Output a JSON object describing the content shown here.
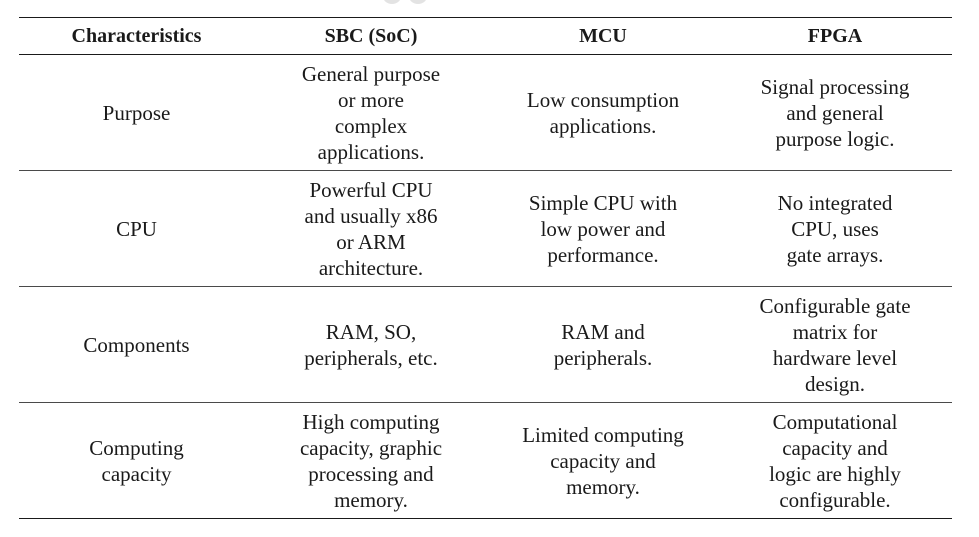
{
  "table": {
    "headers": [
      "Characteristics",
      "SBC (SoC)",
      "MCU",
      "FPGA"
    ],
    "rows": [
      {
        "characteristic": "Purpose",
        "sbc": "General purpose\nor more\ncomplex\napplications.",
        "mcu": "Low consumption\napplications.",
        "fpga": "Signal processing\nand general\npurpose logic."
      },
      {
        "characteristic": "CPU",
        "sbc": "Powerful CPU\nand usually x86\nor ARM\narchitecture.",
        "mcu": "Simple CPU with\nlow power and\nperformance.",
        "fpga": "No integrated\nCPU, uses\ngate arrays."
      },
      {
        "characteristic": "Components",
        "sbc": "RAM, SO,\nperipherals, etc.",
        "mcu": "RAM and\nperipherals.",
        "fpga": "Configurable gate\nmatrix for\nhardware level\ndesign."
      },
      {
        "characteristic": "Computing\ncapacity",
        "sbc": "High computing\ncapacity, graphic\nprocessing and\nmemory.",
        "mcu": "Limited computing\ncapacity and\nmemory.",
        "fpga": "Computational\ncapacity and\nlogic are highly\nconfigurable."
      }
    ]
  }
}
